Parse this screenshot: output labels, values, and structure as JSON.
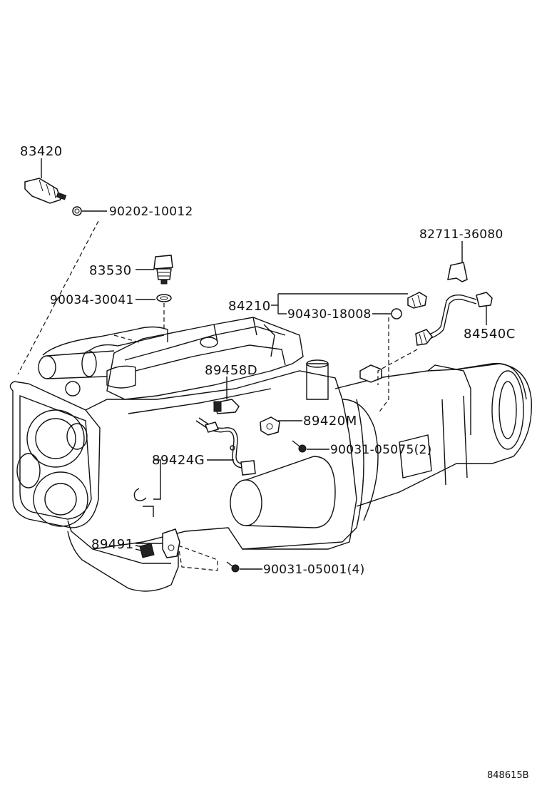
{
  "diagram": {
    "parts": [
      {
        "id": "p83420",
        "number": "83420"
      },
      {
        "id": "p90202",
        "number": "90202-10012"
      },
      {
        "id": "p83530",
        "number": "83530"
      },
      {
        "id": "p90034",
        "number": "90034-30041"
      },
      {
        "id": "p84210",
        "number": "84210"
      },
      {
        "id": "p90430",
        "number": "90430-18008"
      },
      {
        "id": "p82711",
        "number": "82711-36080"
      },
      {
        "id": "p84540",
        "number": "84540C"
      },
      {
        "id": "p89458",
        "number": "89458D"
      },
      {
        "id": "p89420",
        "number": "89420M"
      },
      {
        "id": "p90031a",
        "number": "90031-05075(2)"
      },
      {
        "id": "p89424",
        "number": "89424G"
      },
      {
        "id": "p89491",
        "number": "89491"
      },
      {
        "id": "p90031b",
        "number": "90031-05001(4)"
      }
    ],
    "drawing_code": "848615B"
  }
}
